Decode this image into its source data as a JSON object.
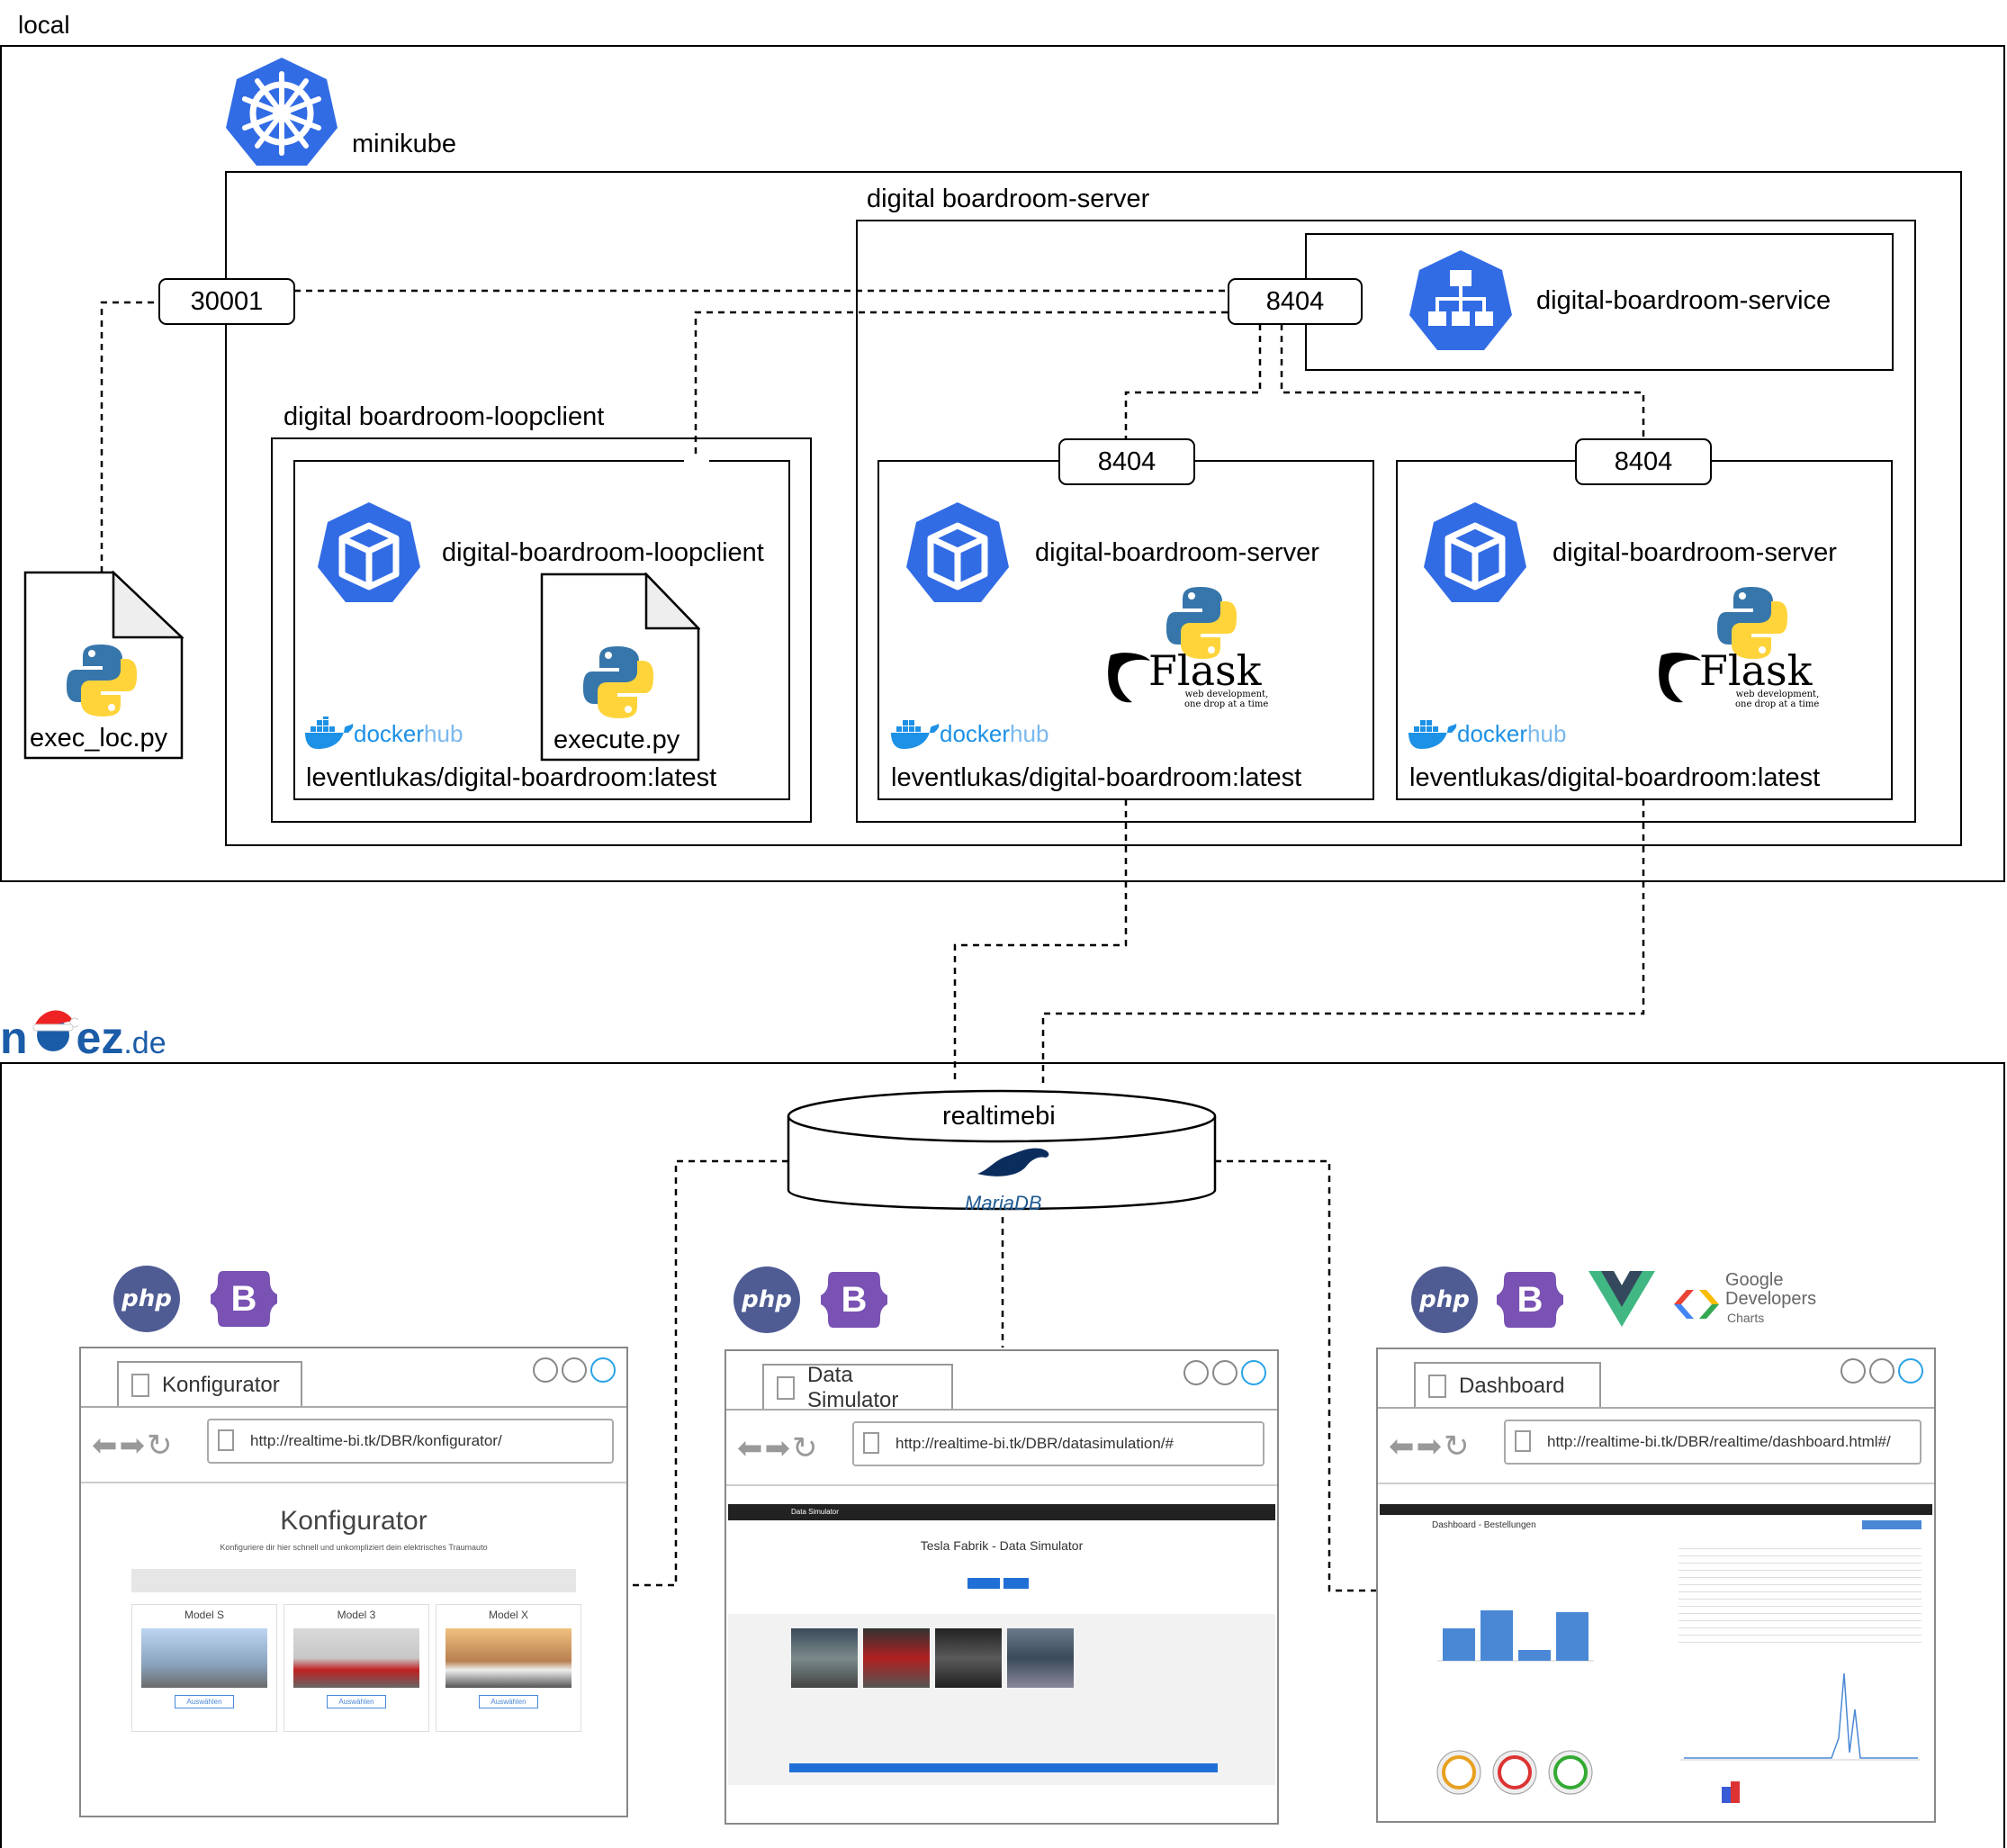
{
  "outer": {
    "local_label": "local",
    "minikube_label": "minikube",
    "server_group_label": "digital boardroom-server",
    "loopclient_group_label": "digital boardroom-loopclient",
    "service_name": "digital-boardroom-service",
    "loopclient_name": "digital-boardroom-loopclient",
    "server_name_1": "digital-boardroom-server",
    "server_name_2": "digital-boardroom-server",
    "image_loopclient": "leventlukas/digital-boardroom:latest",
    "image_server_1": "leventlukas/digital-boardroom:latest",
    "image_server_2": "leventlukas/digital-boardroom:latest",
    "port_nodeport": "30001",
    "port_service": "8404",
    "port_pod_1": "8404",
    "port_pod_2": "8404",
    "file_exec_loc": "exec_loc.py",
    "file_execute": "execute.py",
    "docker": "docker",
    "hub": "hub",
    "flask": "Flask",
    "flask_tagline_1": "web development,",
    "flask_tagline_2": "one drop at a time"
  },
  "hosting": {
    "logo_prefix": "n",
    "logo_mid": "ez",
    "logo_suffix": ".de",
    "db_name": "realtimebi",
    "db_engine": "MariaDB"
  },
  "apps": [
    {
      "tab": "Konfigurator",
      "url": "http://realtime-bi.tk/DBR/konfigurator/",
      "page_title": "Konfigurator",
      "page_subtitle": "Konfiguriere dir hier schnell und unkompliziert dein elektrisches Traumauto",
      "models": [
        "Model S",
        "Model 3",
        "Model X"
      ],
      "select": "Auswählen"
    },
    {
      "tab": "Data Simulator",
      "url": "http://realtime-bi.tk/DBR/datasimulation/#",
      "page_title": "Tesla Fabrik - Data Simulator",
      "navbar": "Data Simulator"
    },
    {
      "tab": "Dashboard",
      "url": "http://realtime-bi.tk/DBR/realtime/dashboard.html#/",
      "page_title": "Dashboard - Bestellungen"
    }
  ],
  "tech": {
    "php": "php",
    "bootstrap": "B",
    "google_1": "Google",
    "google_2": "Developers",
    "google_3": "Charts"
  },
  "colors": {
    "k8s_blue": "#326ce5",
    "docker_blue": "#1d91e6",
    "python_blue": "#3776ab",
    "python_yellow": "#ffd43b",
    "bootstrap_purple": "#7952b3",
    "php_purple": "#4f5b93",
    "vue_green": "#41b883",
    "vue_dark": "#35495e"
  }
}
